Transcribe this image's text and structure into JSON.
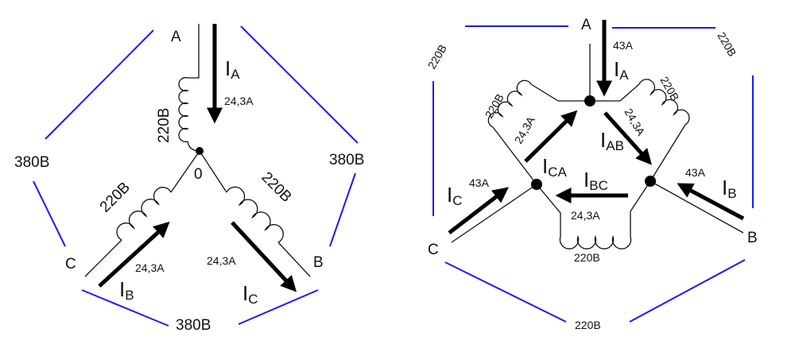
{
  "colors": {
    "line": "#1a1aff",
    "wire": "#111111"
  },
  "star": {
    "phase_a": "A",
    "phase_b": "B",
    "phase_c": "C",
    "neutral": "0",
    "phase_voltage": "220B",
    "line_voltage": "380B",
    "current_a": {
      "symbol": "I",
      "sub": "A",
      "value": "24,3A"
    },
    "current_b": {
      "symbol": "I",
      "sub": "B",
      "value": "24,3A"
    },
    "current_c": {
      "symbol": "I",
      "sub": "C",
      "value": "24,3A"
    }
  },
  "delta": {
    "phase_a": "A",
    "phase_b": "B",
    "phase_c": "C",
    "phase_voltage": "220B",
    "line_voltage": "220B",
    "line_current_a": {
      "symbol": "I",
      "sub": "A",
      "value": "43A"
    },
    "line_current_b": {
      "symbol": "I",
      "sub": "B",
      "value": "43A"
    },
    "line_current_c": {
      "symbol": "I",
      "sub": "C",
      "value": "43A"
    },
    "phase_current_ab": {
      "symbol": "I",
      "sub": "AB",
      "value": "24,3A"
    },
    "phase_current_bc": {
      "symbol": "I",
      "sub": "BC",
      "value": "24,3A"
    },
    "phase_current_ca": {
      "symbol": "I",
      "sub": "CA",
      "value": "24,3A"
    }
  }
}
